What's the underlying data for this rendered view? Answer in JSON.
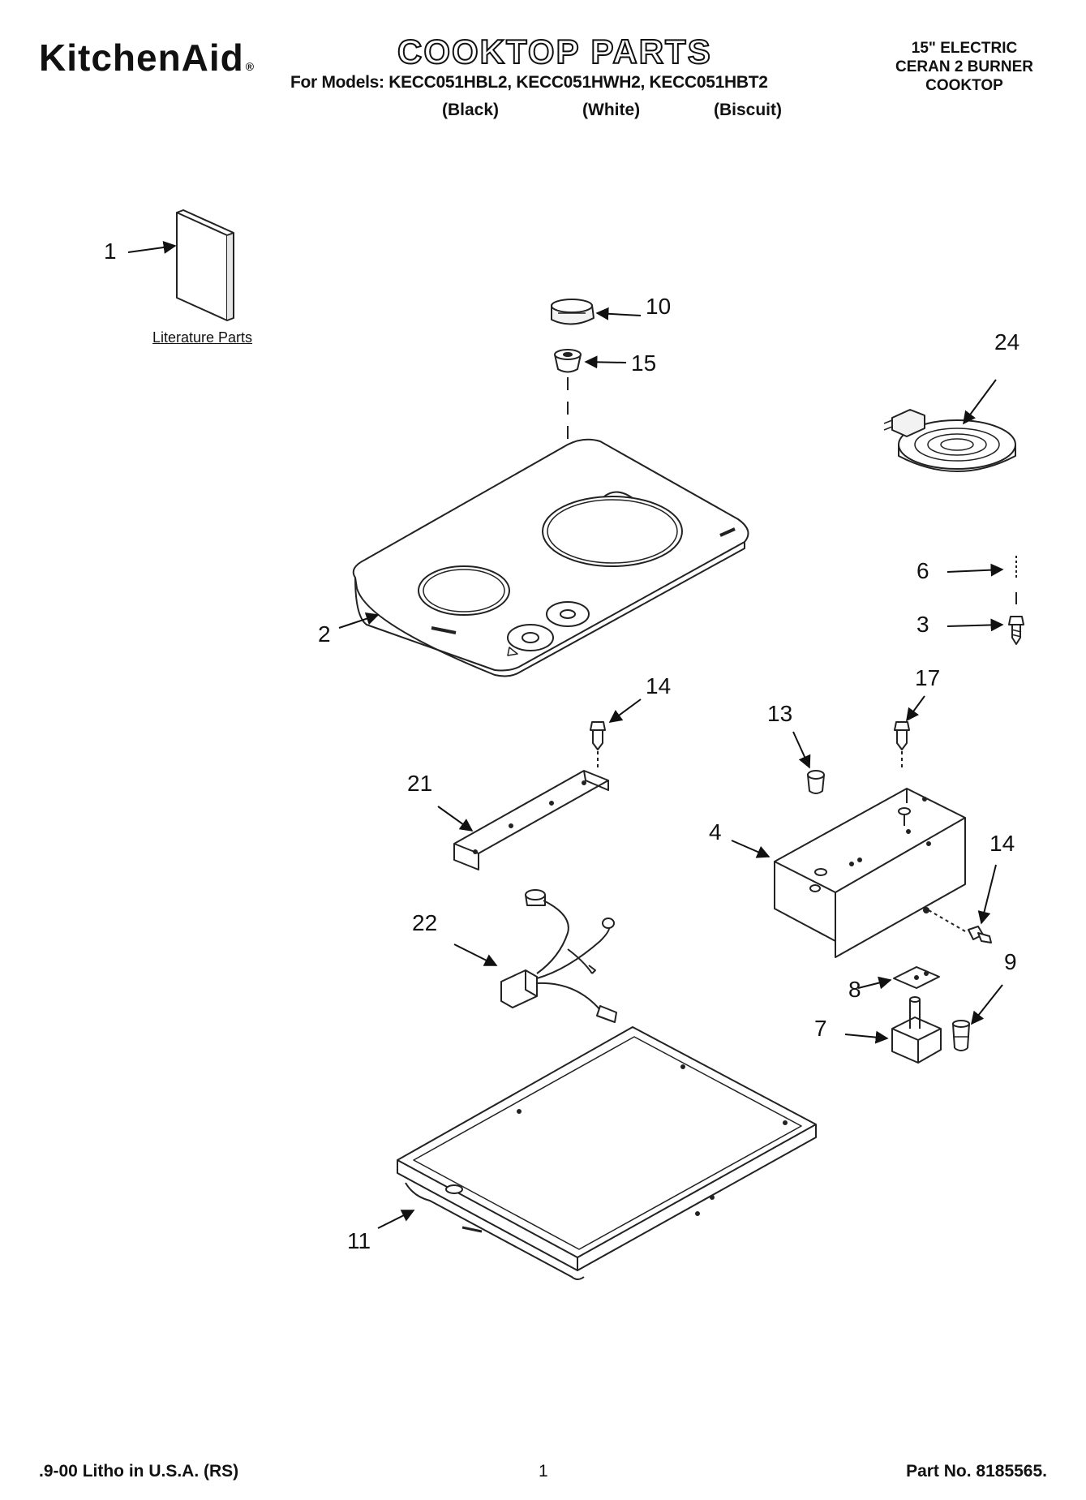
{
  "header": {
    "brand": "KitchenAid",
    "brand_mark": "®",
    "title": "COOKTOP PARTS",
    "models_line": "For Models: KECC051HBL2, KECC051HWH2, KECC051HBT2",
    "finishes": [
      "(Black)",
      "(White)",
      "(Biscuit)"
    ],
    "description": [
      "15\" ELECTRIC",
      "CERAN 2 BURNER",
      "COOKTOP"
    ]
  },
  "literature_label": "Literature Parts",
  "callouts": [
    "1",
    "10",
    "15",
    "24",
    "2",
    "6",
    "3",
    "14",
    "17",
    "13",
    "21",
    "4",
    "14",
    "22",
    "9",
    "8",
    "7",
    "11"
  ],
  "footer": {
    "litho": ".9-00 Litho in U.S.A. (RS)",
    "page": "1",
    "part_no": "Part No. 8185565."
  }
}
